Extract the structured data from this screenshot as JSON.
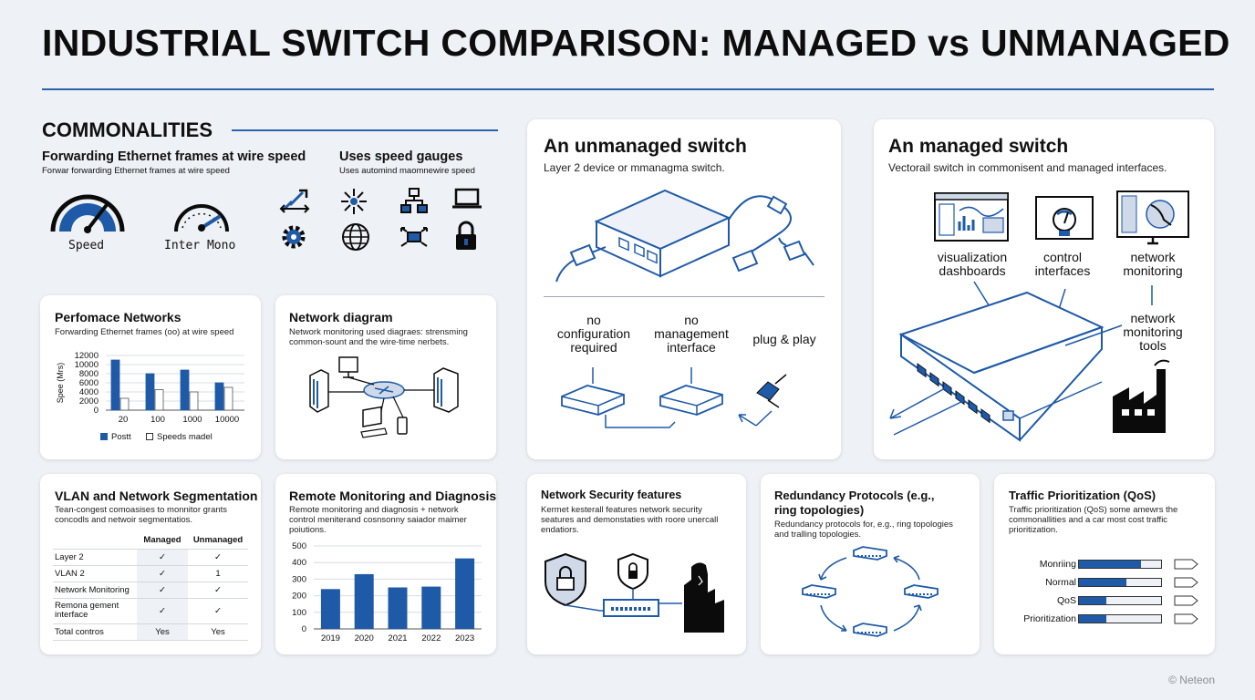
{
  "title": "INDUSTRIAL SWITCH COMPARISON: MANAGED vs UNMANAGED",
  "commonalities": {
    "heading": "COMMONALITIES",
    "left_title": "Forwarding Ethernet frames at wire speed",
    "left_sub": "Forwar forwarding Ethernet frames at wire speed",
    "right_title": "Uses speed gauges",
    "right_sub": "Uses automind maomnewire speed",
    "gauge1_label": "Speed",
    "gauge2_label": "Inter Mono"
  },
  "unmanaged": {
    "title": "An unmanaged switch",
    "sub": "Layer 2 device or mmanagma switch.",
    "features": [
      "no configuration required",
      "no management interface",
      "plug & play"
    ]
  },
  "managed": {
    "title": "An managed switch",
    "sub": "Vectorail switch in commonisent and managed interfaces.",
    "features": [
      "visualization dashboards",
      "control interfaces",
      "network monitoring",
      "network monitoring tools"
    ]
  },
  "performance": {
    "title": "Perfomace Networks",
    "sub": "Forwarding Ethernet frames (oo) at wire speed",
    "legend": [
      "Postt",
      "Speeds madel"
    ]
  },
  "diagram": {
    "title": "Network diagram",
    "sub": "Network monitoring used diagraes: strensming common-sount and the wire-time nerbets."
  },
  "vlan": {
    "title": "VLAN and Network Segmentation",
    "sub": "Tean-congest comoasises to monnitor grants concodls and netwoir segmentatios.",
    "headers": [
      "",
      "Managed",
      "Unmanaged"
    ],
    "rows": [
      [
        "Layer 2",
        "✓",
        "✓"
      ],
      [
        "VLAN 2",
        "✓",
        "1"
      ],
      [
        "Network Monitoring",
        "✓",
        "✓"
      ],
      [
        "Remona gement interface",
        "✓",
        "✓"
      ],
      [
        "Total contros",
        "Yes",
        "Yes"
      ]
    ]
  },
  "remote": {
    "title": "Remote Monitoring and Diagnosis",
    "sub": "Remote monitoring and diagnosis + network control meniterand cosnsonny saiador maimer poiutions."
  },
  "security": {
    "title": "Network Security features",
    "sub": "Kermet kesterall features network security seatures and demonstaties with roore unercall endatiors."
  },
  "redundancy": {
    "title": "Redundancy Protocols (e.g., ring topologies)",
    "sub": "Redundancy protocols for, e.g., ring topologies and tralling topologies."
  },
  "qos": {
    "title": "Traffic Prioritization (QoS)",
    "sub": "Traffic prioritization (QoS) some amewrs the commonallities and a car most cost traffic prioritization.",
    "rows": [
      {
        "label": "Monriing",
        "level": 0.75
      },
      {
        "label": "Normal",
        "level": 0.58
      },
      {
        "label": "QoS",
        "level": 0.33
      },
      {
        "label": "Prioritization",
        "level": 0.33
      }
    ]
  },
  "copyright": "© Neteon",
  "colors": {
    "accent": "#1e5aa8",
    "dark": "#0b0b0b",
    "bar_light": "#ffffff"
  },
  "chart_data": [
    {
      "type": "bar",
      "title": "",
      "ylabel": "Spee (Mrs)",
      "categories": [
        "20",
        "100",
        "1000",
        "10000"
      ],
      "series": [
        {
          "name": "Postt",
          "values": [
            11000,
            8000,
            8800,
            6000
          ]
        },
        {
          "name": "Speeds madel",
          "values": [
            2600,
            4500,
            4000,
            5000
          ]
        }
      ],
      "yticks": [
        0,
        2000,
        4000,
        6000,
        8000,
        10000,
        12000
      ],
      "ylim": [
        0,
        12000
      ],
      "grid": true,
      "legend": "bottom"
    },
    {
      "type": "bar",
      "title": "",
      "categories": [
        "2019",
        "2020",
        "2021",
        "2022",
        "2023"
      ],
      "values": [
        240,
        330,
        250,
        255,
        425
      ],
      "yticks": [
        0,
        100,
        200,
        300,
        400,
        500
      ],
      "ylim": [
        0,
        500
      ],
      "grid": true
    }
  ]
}
